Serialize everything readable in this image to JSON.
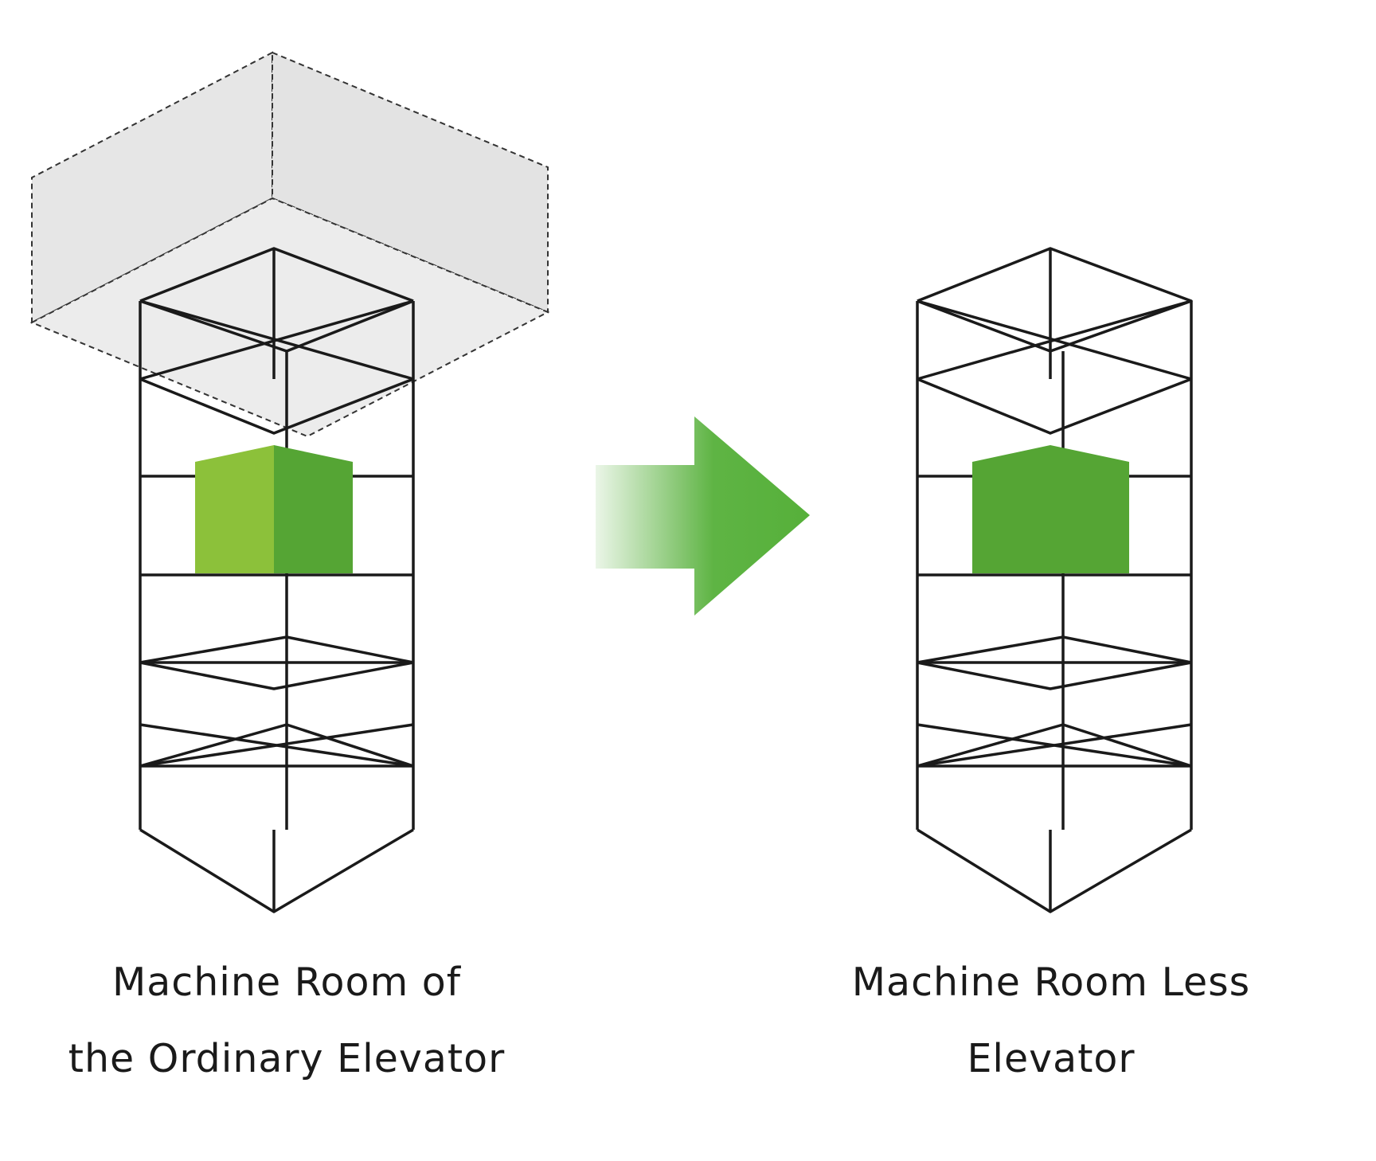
{
  "left_panel": {
    "caption_line1": "Machine Room of",
    "caption_line2": "the Ordinary Elevator"
  },
  "right_panel": {
    "caption_line1": "Machine Room Less",
    "caption_line2": "Elevator"
  },
  "colors": {
    "machine_room_fill": "#e6e6e6",
    "machine_room_stroke": "#333333",
    "shaft_stroke": "#1a1a1a",
    "car_light_green": "#8cc13a",
    "car_dark_green": "#55a534",
    "arrow_green": "#56b03a"
  }
}
